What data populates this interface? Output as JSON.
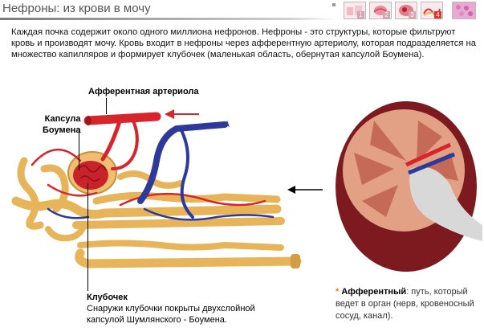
{
  "header": {
    "title": "Нефроны: из крови в мочу",
    "thumbnails": [
      {
        "num": "1",
        "active": false
      },
      {
        "num": "2",
        "active": false
      },
      {
        "num": "3",
        "active": false
      },
      {
        "num": "4",
        "active": true
      },
      {
        "num": "",
        "active": false
      }
    ]
  },
  "intro": "Каждая почка содержит около одного миллиона нефронов. Нефроны - это структуры, которые фильтруют кровь и производят мочу. Кровь входит в нефроны через афферентную артериолу, которая подразделяется на множество капилляров и формирует клубочек (маленькая область, обернутая капсулой Боумена).",
  "labels": {
    "afferent_arteriole": "Афферентная артериола",
    "bowman_capsule_line1": "Капсула",
    "bowman_capsule_line2": "Боумена",
    "glomerulus_title": "Клубочек",
    "glomerulus_desc_line1": "Снаружи клубочки покрыты двухслойной",
    "glomerulus_desc_line2": "капсулой Шумлянского - Боумена."
  },
  "note": {
    "star": "*",
    "term": "Афферентный",
    "text": ": путь, который ведет в орган (нерв, кровеносный сосуд, канал)."
  },
  "colors": {
    "artery": "#d8242b",
    "vein": "#2d3a9a",
    "tubule": "#e8b45a",
    "kidney": "#8c1c22",
    "accent_arrow": "#d8242b"
  }
}
